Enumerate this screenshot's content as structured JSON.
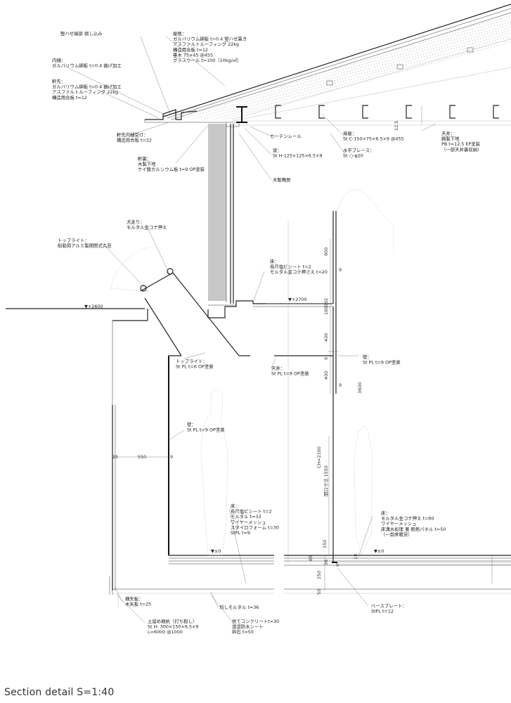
{
  "caption": "Section detail  S=1:40",
  "annotations": [
    {
      "id": "seam-end",
      "lines": [
        "竪ハゼ端部 倒し込み"
      ]
    },
    {
      "id": "roof",
      "lines": [
        "屋根：",
        "ガルバリウム鋼板 t=0.4 竪ハゼ葺き",
        "アスファルトルーフィング 22kg",
        "構造用合板 t=12",
        "垂木 75×45 @455",
        "グラスウール t=100（10kg/㎡）"
      ]
    },
    {
      "id": "gutter",
      "lines": [
        "内樋：",
        "ガルバリウム鋼板 t=0.4 曲げ加工"
      ]
    },
    {
      "id": "eave",
      "lines": [
        "軒先：",
        "ガルバリウム鋼板 t=0.4 曲げ加工",
        "アスファルトルーフィング 22kg",
        "構造用合板 t=12"
      ]
    },
    {
      "id": "gutter-support",
      "lines": [
        "軒先内樋受け：",
        "構造用合板 t=22"
      ]
    },
    {
      "id": "soffit",
      "lines": [
        "軒裏：",
        "木製下地",
        "ケイ酸カルシウム板 t=9 OP塗装"
      ]
    },
    {
      "id": "curtain-rail",
      "lines": [
        "カーテンレール"
      ]
    },
    {
      "id": "beam",
      "lines": [
        "梁：",
        "St H-125×125×6.5×9"
      ]
    },
    {
      "id": "lintel",
      "lines": [
        "木製鴨居"
      ]
    },
    {
      "id": "purlin",
      "lines": [
        "母屋：",
        "St C-150×75×6.5×9 @455"
      ]
    },
    {
      "id": "h-brace",
      "lines": [
        "水平ブレース：",
        "St ○-φ20"
      ]
    },
    {
      "id": "ceiling-top",
      "lines": [
        "天井：",
        "鋼製下地",
        "PB t=12.5 EP塗装",
        "（一部天井裏収納）"
      ]
    },
    {
      "id": "ridge",
      "lines": [
        "犬走り：",
        "モルタル金コテ押え"
      ]
    },
    {
      "id": "toplight",
      "lines": [
        "トップライト：",
        "船舶用アルミ製開閉式丸窓"
      ]
    },
    {
      "id": "floor-upper",
      "lines": [
        "床：",
        "長尺塩ビシート t=2",
        "モルタル金コテ押さえ t=20"
      ]
    },
    {
      "id": "toplight-pl",
      "lines": [
        "トップライト：",
        "St PL t=6 OP塗装"
      ]
    },
    {
      "id": "ceiling-mid",
      "lines": [
        "天井：",
        "St PL t=9 OP塗装"
      ]
    },
    {
      "id": "wall-right",
      "lines": [
        "壁：",
        "St PL t=9 OP塗装"
      ]
    },
    {
      "id": "wall-left",
      "lines": [
        "壁：",
        "St PL t=9 OP塗装"
      ]
    },
    {
      "id": "floor-lower",
      "lines": [
        "床：",
        "長尺塩ビシート t=2",
        "モルタル t=33",
        "ワイヤーメッシュ",
        "スタイロフォーム t=30",
        "StPL t=9"
      ]
    },
    {
      "id": "floor-right",
      "lines": [
        "床：",
        "モルタル金コテ押え t=60",
        "ワイヤーメッシュ",
        "床溝水処理 兼 断熱パネル t=50",
        "（一部床暖房）"
      ]
    },
    {
      "id": "lagging",
      "lines": [
        "横矢板：",
        "木矢板 t=25"
      ]
    },
    {
      "id": "mortar",
      "lines": [
        "均しモルタル t=36"
      ]
    },
    {
      "id": "base-plate",
      "lines": [
        "ベースプレート：",
        "StPL t=12"
      ]
    },
    {
      "id": "pile",
      "lines": [
        "土留め親杭（打ち殺し）",
        "St H- 300×150×6.5×9",
        "L=6000  @1000"
      ]
    },
    {
      "id": "concrete",
      "lines": [
        "捨てコンクリートt=30",
        "透湿防水シート",
        "砕石 t=50"
      ]
    }
  ],
  "levels": [
    "▼+2600",
    "▼+2700",
    "▼±0",
    "▼±0"
  ],
  "dimensions": {
    "d900": "900",
    "d9a": "9",
    "d20": "20",
    "d169": "169",
    "d400a": "400",
    "d9b": "9",
    "d400b": "400",
    "d9c": "9",
    "d3600": "3600",
    "dCH": "CH=2100",
    "dOpen": "開口寸法 1550",
    "d150": "150",
    "d65": "65",
    "d36": "36",
    "d10": "10",
    "d250": "250",
    "d50": "50",
    "d125": "12.5",
    "d25": "25",
    "d550": "550",
    "d9d": "9",
    "d9e": "9",
    "d2": "2"
  }
}
